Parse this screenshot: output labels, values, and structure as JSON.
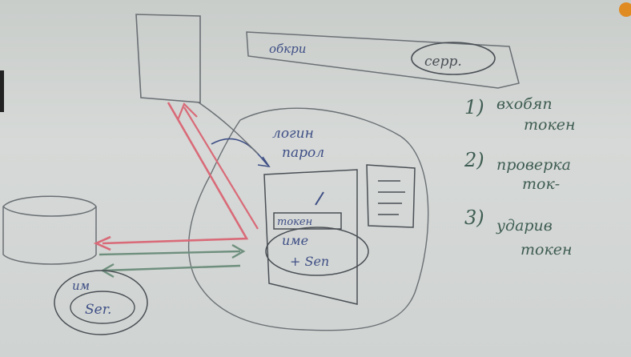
{
  "whiteboard": {
    "top_label": "обкри",
    "top_label_bubble": "серр.",
    "login_label_line1": "логин",
    "login_label_line2": "парол",
    "token_label": "токен",
    "name_sen_line1": "име",
    "name_sen_line2": "+ Sen",
    "client_store_line1": "им",
    "client_store_line2": "Ser.",
    "steps": [
      {
        "number": "1)",
        "line1": "вхобяп",
        "line2": "токен"
      },
      {
        "number": "2)",
        "line1": "проверка",
        "line2": "ток-"
      },
      {
        "number": "3)",
        "line1": "ударив",
        "line2": "токен"
      }
    ],
    "colors": {
      "red": "#d96a78",
      "green": "#6e8f7e",
      "blue": "#3f4f86",
      "dark": "#4a4f55"
    }
  }
}
